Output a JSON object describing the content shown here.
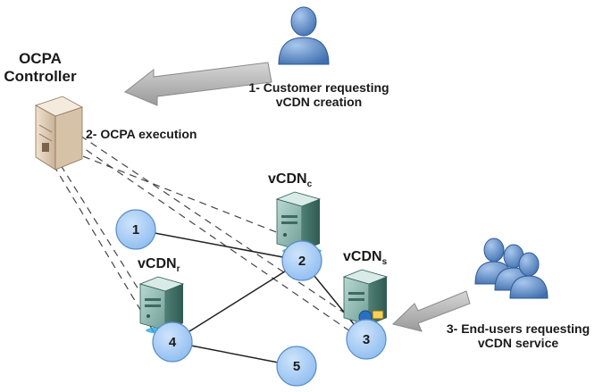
{
  "controller": {
    "title_line1": "OCPA",
    "title_line2": "Controller"
  },
  "steps": {
    "step1_line1": "1- Customer requesting",
    "step1_line2": "vCDN creation",
    "step2": "2- OCPA execution",
    "step3_line1": "3- End-users requesting",
    "step3_line2": "vCDN service"
  },
  "servers": {
    "c": {
      "base": "vCDN",
      "sub": "c"
    },
    "r": {
      "base": "vCDN",
      "sub": "r"
    },
    "s": {
      "base": "vCDN",
      "sub": "s"
    }
  },
  "nodes": [
    "1",
    "2",
    "3",
    "4",
    "5"
  ],
  "colors": {
    "node_fill": "#a9cdf5",
    "node_stroke": "#5b8fc9",
    "arrow": "#b9b9b9",
    "person": "#6a9ad2"
  },
  "icons": {
    "controller": "server-rack-icon",
    "customer": "person-icon",
    "end_users": "people-group-icon",
    "server": "server-icon"
  }
}
